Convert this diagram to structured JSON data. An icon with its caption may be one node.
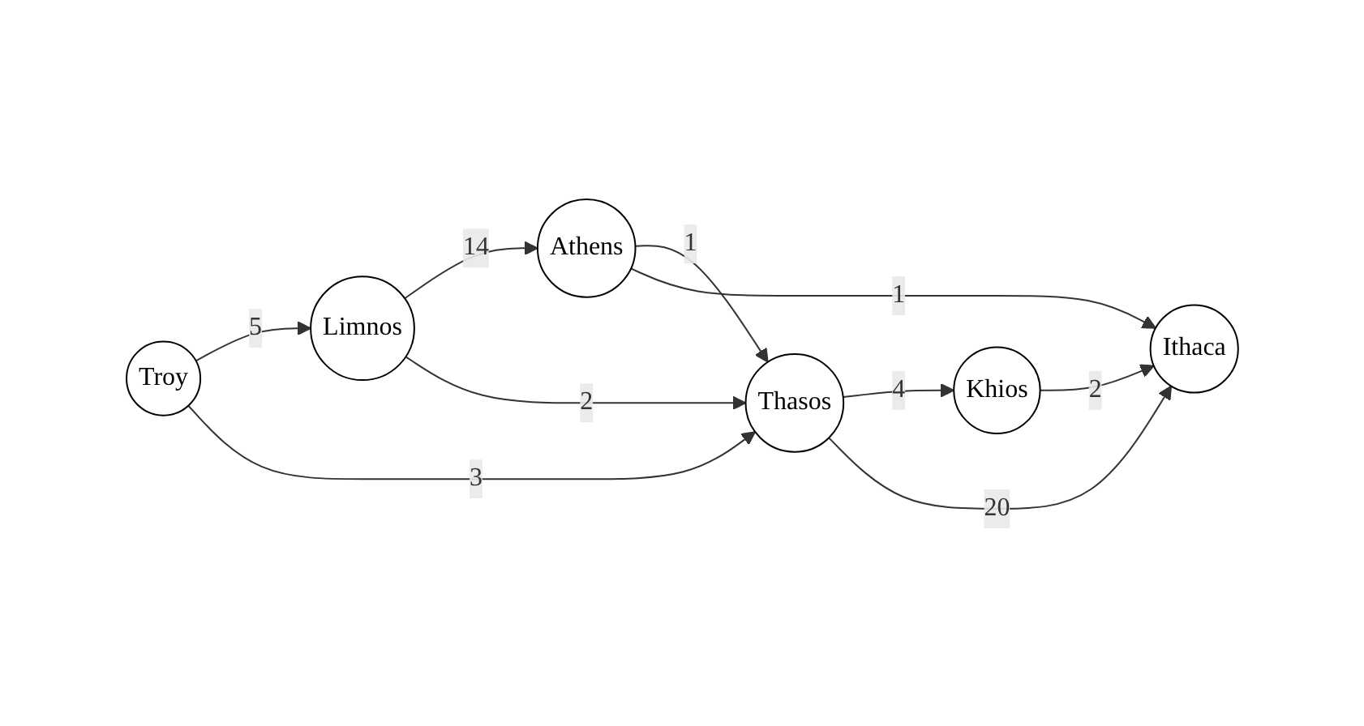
{
  "diagram": {
    "nodes": [
      {
        "text": [
          "Troy"
        ]
      },
      {
        "text": [
          "Limnos"
        ]
      },
      {
        "text": [
          "Athens"
        ]
      },
      {
        "text": [
          "Thasos"
        ]
      },
      {
        "text": [
          "Khios"
        ]
      },
      {
        "text": [
          "Ithaca"
        ]
      }
    ],
    "edges": [
      {
        "from": 0,
        "to": 1,
        "arrow": "to",
        "label": "5"
      },
      {
        "from": 0,
        "to": 3,
        "arrow": "to",
        "label": "3"
      },
      {
        "from": 1,
        "to": 2,
        "arrow": "to",
        "label": "14"
      },
      {
        "from": 1,
        "to": 3,
        "arrow": "to",
        "label": "2"
      },
      {
        "from": 2,
        "to": 3,
        "arrow": "to",
        "label": "1"
      },
      {
        "from": 2,
        "to": 5,
        "arrow": "to",
        "label": "1"
      },
      {
        "from": 3,
        "to": 4,
        "arrow": "to",
        "label": "4"
      },
      {
        "from": 3,
        "to": 5,
        "arrow": "to",
        "label": "20"
      },
      {
        "from": 4,
        "to": 5,
        "arrow": "to",
        "label": "2"
      }
    ]
  }
}
